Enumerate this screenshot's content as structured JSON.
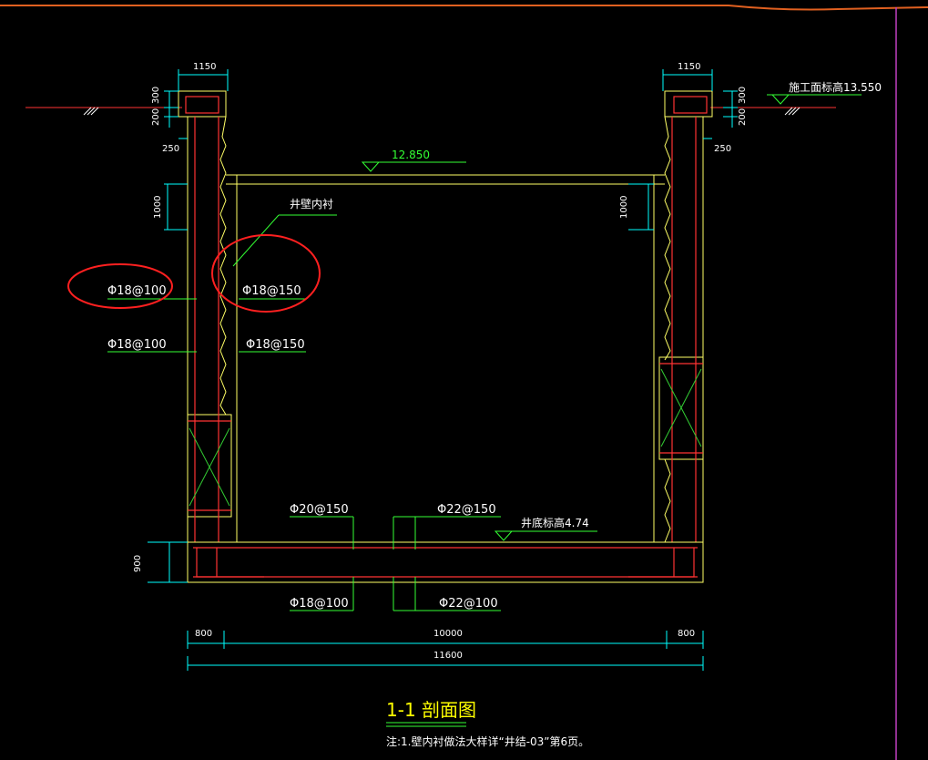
{
  "drawing": {
    "title": "1-1 剖面图",
    "note": "注:1.壁内衬做法大样详“井结-03”第6页。",
    "elevations": {
      "construction_surface": "施工面标高13.550",
      "top_slab": "12.850",
      "bottom": "井底标高4.74"
    },
    "labels": {
      "inner_lining": "井壁内衬"
    },
    "rebar": {
      "left_outer_upper": "Φ18@100",
      "left_inner_upper": "Φ18@150",
      "left_outer_lower": "Φ18@100",
      "left_inner_lower": "Φ18@150",
      "bottom_top_left": "Φ20@150",
      "bottom_top_right": "Φ22@150",
      "bottom_bot_left": "Φ18@100",
      "bottom_bot_right": "Φ22@100"
    },
    "dimensions": {
      "left_top_width": "1150",
      "right_top_width": "1150",
      "left_300": "300",
      "left_200": "200",
      "left_250": "250",
      "right_300": "300",
      "right_200": "200",
      "right_250": "250",
      "left_1000": "1000",
      "right_1000": "1000",
      "base_900": "900",
      "base_left_800": "800",
      "base_mid_10000": "10000",
      "base_right_800": "800",
      "base_total_11600": "11600"
    },
    "colors": {
      "background": "#000000",
      "wall": "#ffff66",
      "rebar": "#ff3333",
      "leader": "#33ff33",
      "dimension": "#00ffff",
      "annotation_circle": "#ff2020",
      "border_orange": "#e06020",
      "border_magenta": "#c040c0"
    }
  }
}
